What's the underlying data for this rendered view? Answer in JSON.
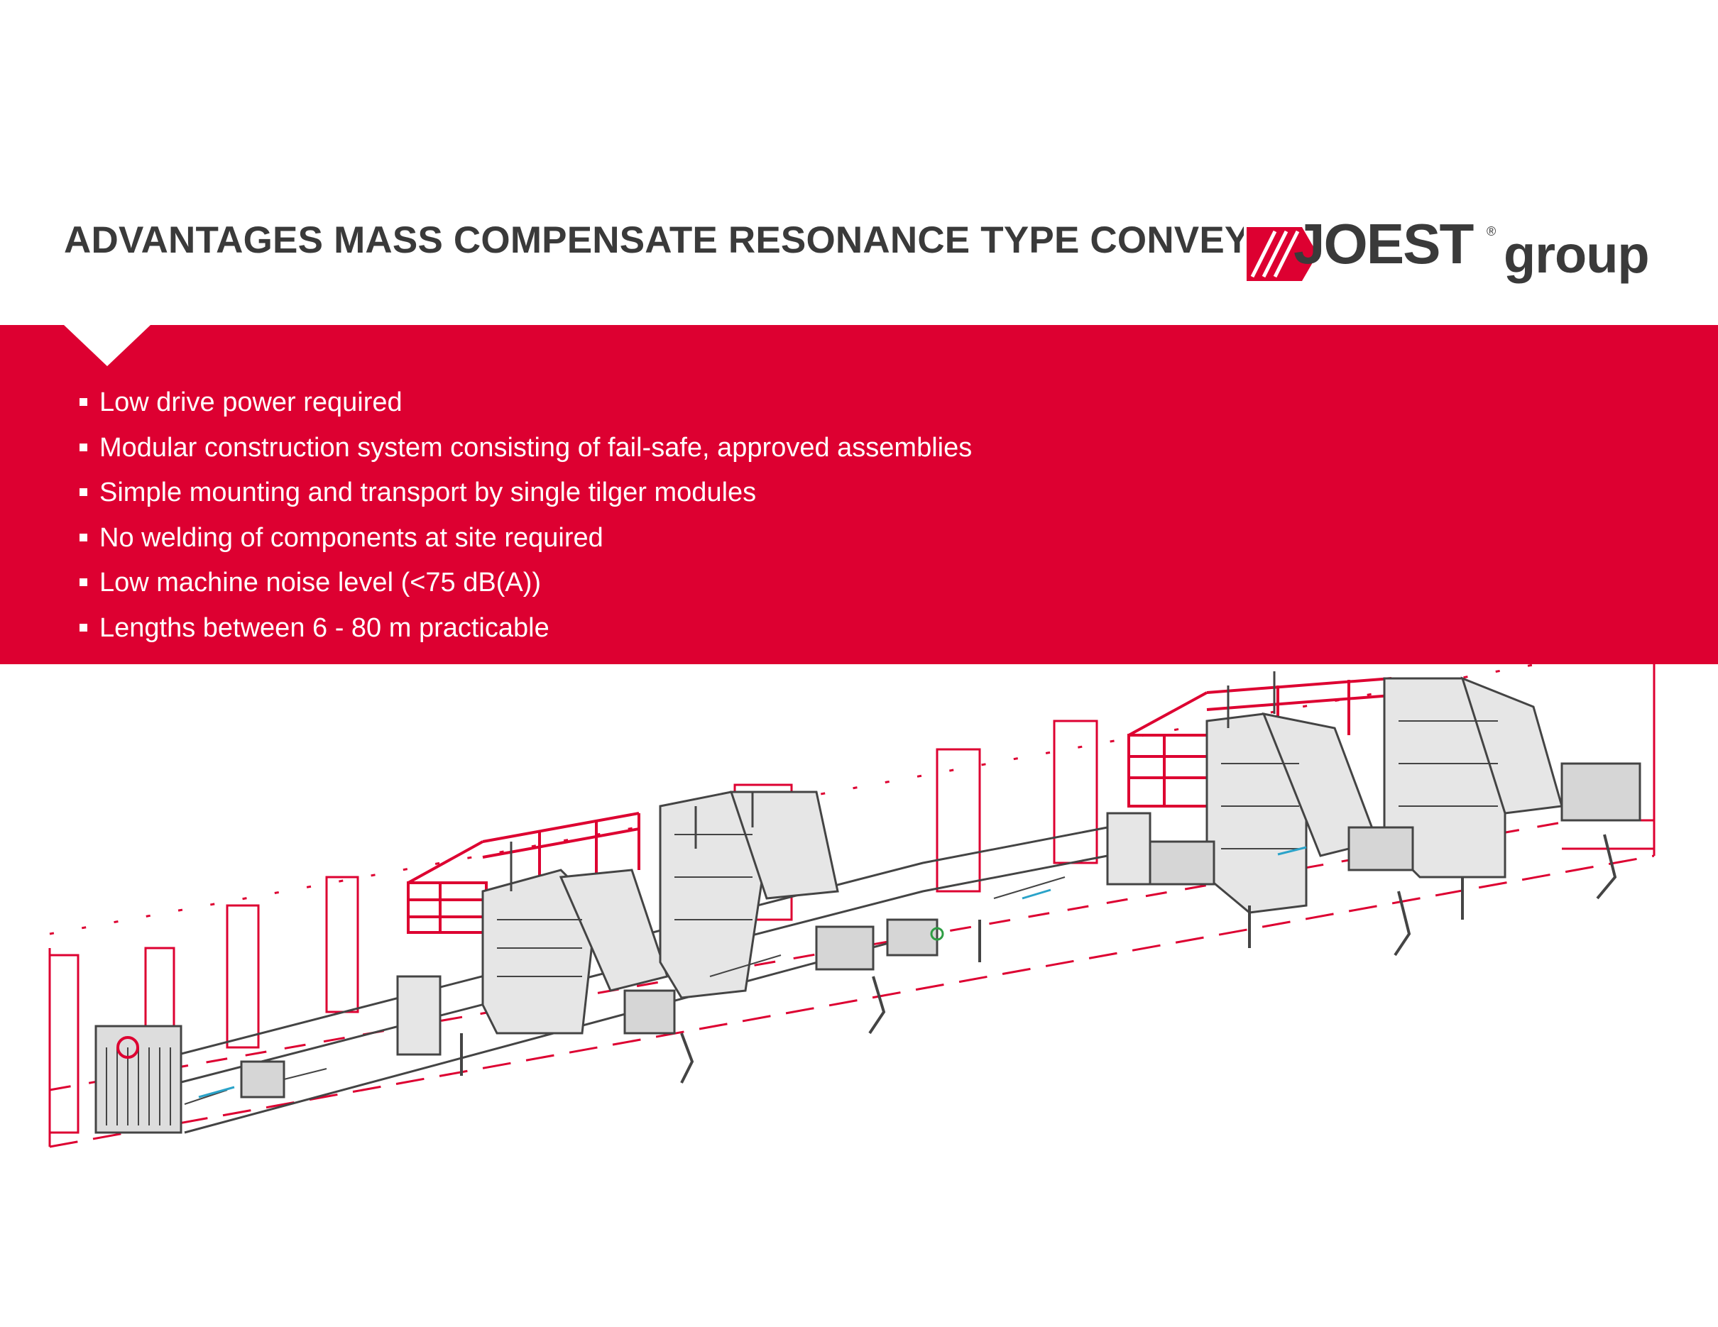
{
  "slide": {
    "title": "ADVANTAGES MASS COMPENSATE RESONANCE TYPE CONVEYOR",
    "bullets": [
      "Low drive power required",
      "Modular construction system consisting of fail-safe, approved assemblies",
      "Simple mounting and transport by single tilger modules",
      "No welding of components at site required",
      "Low machine noise level (<75 dB(A))",
      "Lengths between 6 - 80 m practicable"
    ]
  },
  "logo": {
    "word": "JOEST",
    "registered": "®",
    "suffix": "group",
    "mark_color": "#dd0031",
    "text_color": "#3a3a3a"
  },
  "colors": {
    "banner": "#dd0031",
    "title": "#3a3a3a",
    "drawing_structure": "#dd0031",
    "drawing_machine": "#444444"
  }
}
